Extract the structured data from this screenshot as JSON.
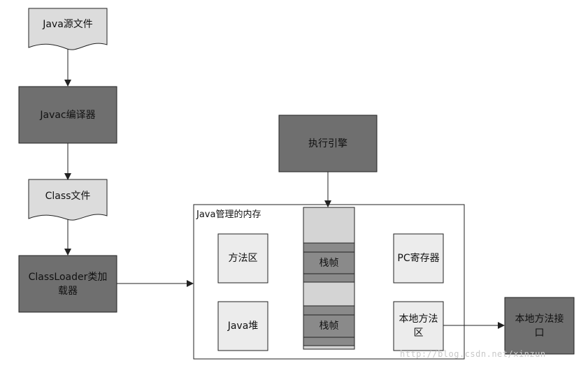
{
  "nodes": {
    "java_source": "Java源文件",
    "javac": "Javac编译器",
    "class_file": "Class文件",
    "classloader_line1": "ClassLoader类加",
    "classloader_line2": "载器",
    "exec_engine": "执行引擎",
    "memory_title": "Java管理的内存",
    "method_area": "方法区",
    "java_heap": "Java堆",
    "stack_frame_1": "栈帧",
    "stack_frame_2": "栈帧",
    "pc_register": "PC寄存器",
    "native_method_area_line1": "本地方法",
    "native_method_area_line2": "区",
    "native_interface_line1": "本地方法接",
    "native_interface_line2": "口"
  },
  "watermark": "http://blog.csdn.net/xinzun",
  "colors": {
    "doc_fill": "#dcdcdc",
    "dark_fill": "#6f6f6f",
    "light_fill": "#ececec",
    "stack_fill": "#d4d4d4",
    "frame_fill": "#8a8a8a",
    "stroke": "#222222"
  }
}
